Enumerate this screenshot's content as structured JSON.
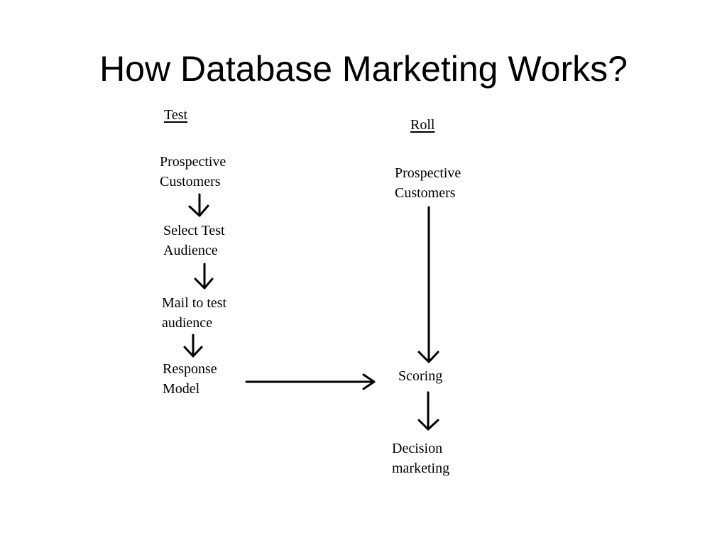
{
  "title": "How Database Marketing Works?",
  "test_column": {
    "heading": "Test",
    "steps": [
      {
        "line1": "Prospective",
        "line2": "Customers"
      },
      {
        "line1": "Select Test",
        "line2": "Audience"
      },
      {
        "line1": "Mail to test",
        "line2": "audience"
      },
      {
        "line1": "Response",
        "line2": "Model"
      }
    ]
  },
  "roll_column": {
    "heading": "Roll",
    "start": {
      "line1": "Prospective",
      "line2": "Customers"
    },
    "scoring": "Scoring",
    "end": {
      "line1": "Decision",
      "line2": "marketing"
    }
  },
  "colors": {
    "text": "#000000",
    "background": "#ffffff",
    "arrow": "#000000"
  }
}
